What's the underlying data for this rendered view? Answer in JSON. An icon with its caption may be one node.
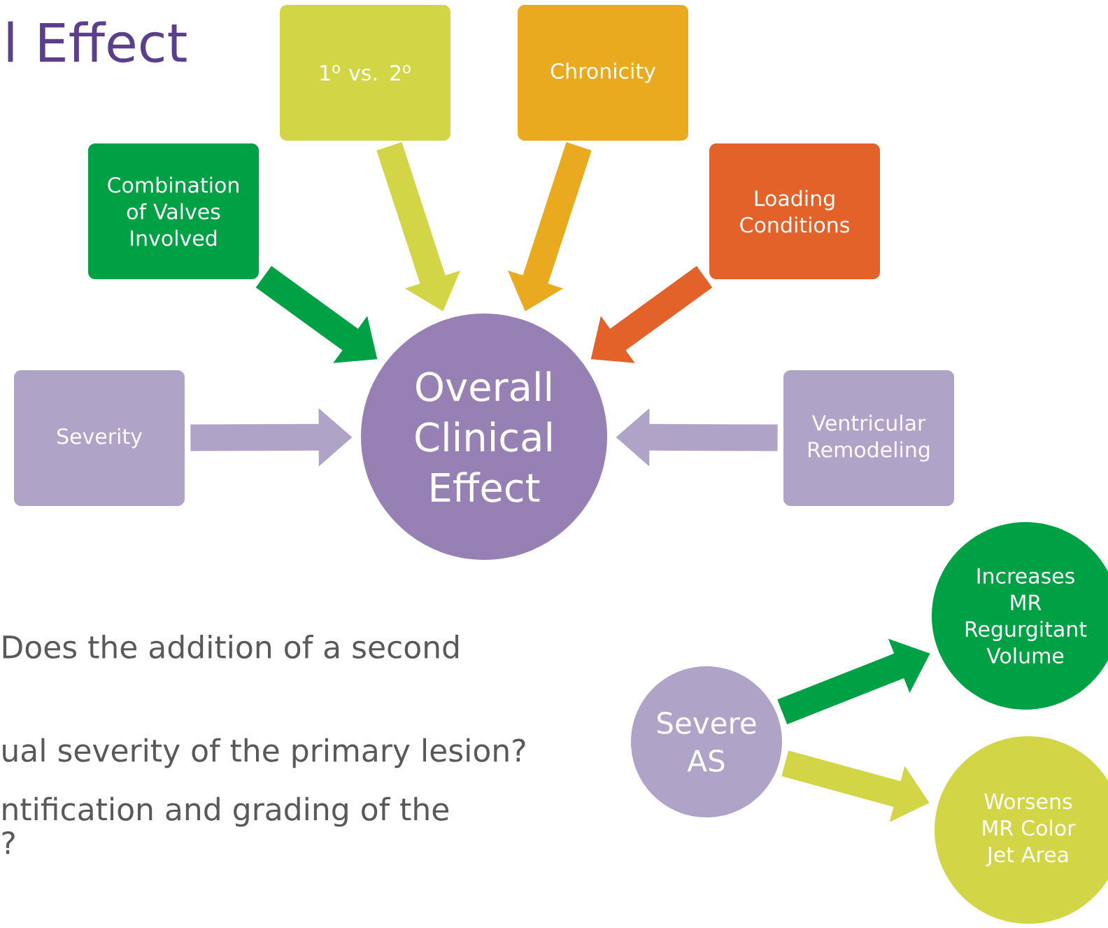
{
  "diagram": {
    "title": "l Effect",
    "nodes": [
      {
        "text": [
          "Overall Clinical Effect"
        ]
      },
      {
        "text": [
          "Combination of Valves Involved"
        ]
      },
      {
        "text": [
          "1$^{o}$ vs. 2$^{o}$"
        ]
      },
      {
        "text": [
          "Chronicity"
        ]
      },
      {
        "text": [
          "Loading Conditions"
        ]
      },
      {
        "text": [
          "Severity"
        ]
      },
      {
        "text": [
          "Ventricular Remodeling"
        ]
      },
      {
        "text": [
          "Severe AS"
        ]
      },
      {
        "text": [
          "Increases MR Regurgitant Volume"
        ]
      },
      {
        "text": [
          "Worsens MR Color Jet Area"
        ]
      }
    ],
    "edges": [
      {
        "from": 1,
        "to": 0,
        "arrow": "to",
        "color": "#00a044"
      },
      {
        "from": 2,
        "to": 0,
        "arrow": "to",
        "color": "#d2d646"
      },
      {
        "from": 3,
        "to": 0,
        "arrow": "to",
        "color": "#eaaa1f"
      },
      {
        "from": 4,
        "to": 0,
        "arrow": "to",
        "color": "#e2622a"
      },
      {
        "from": 5,
        "to": 0,
        "arrow": "to",
        "color": "#b0a3c8"
      },
      {
        "from": 6,
        "to": 0,
        "arrow": "to",
        "color": "#b0a3c8"
      },
      {
        "from": 7,
        "to": 8,
        "arrow": "to",
        "color": "#00a044"
      },
      {
        "from": 7,
        "to": 9,
        "arrow": "to",
        "color": "#d2d646"
      }
    ],
    "labels": [
      "Does the addition of a second",
      "ual severity of the primary lesion?",
      "ntification and grading of the",
      "?"
    ]
  }
}
